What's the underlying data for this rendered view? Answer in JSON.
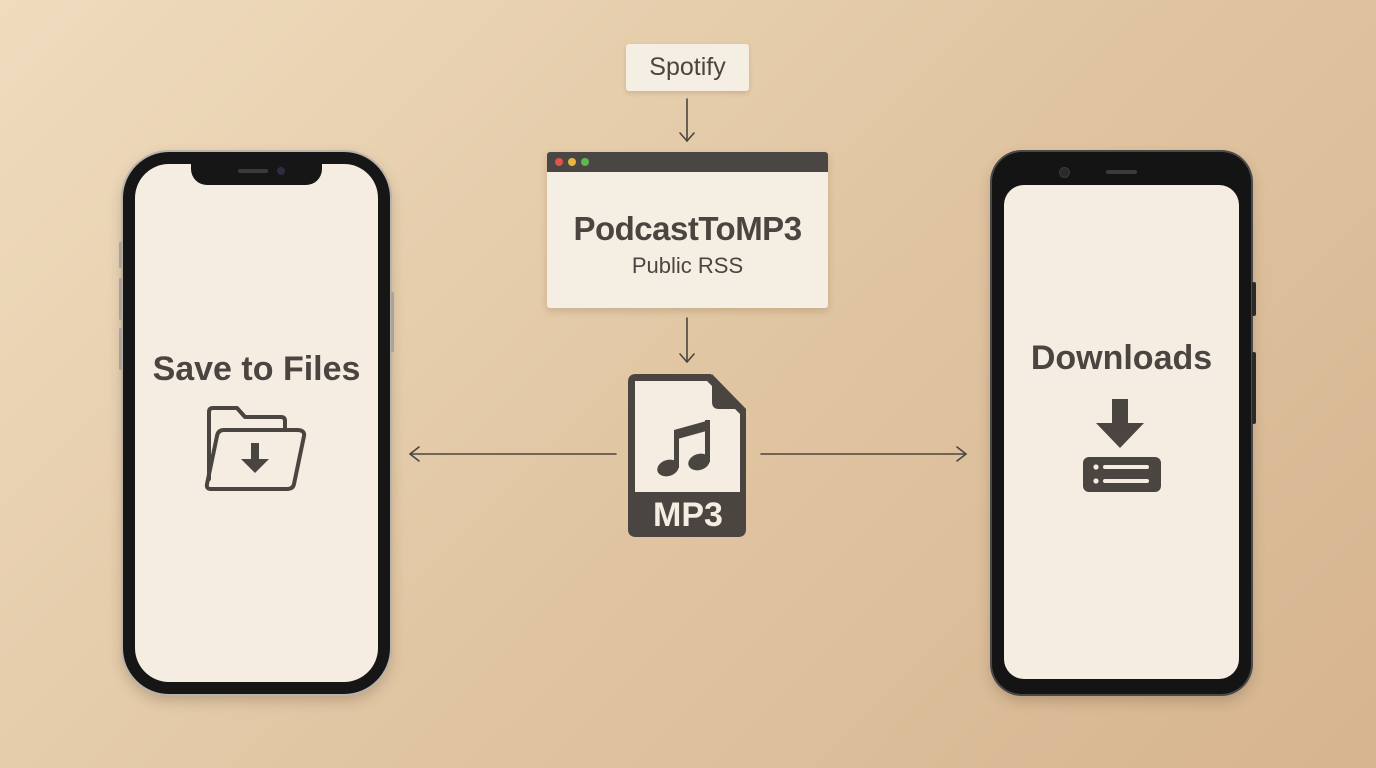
{
  "source": {
    "label": "Spotify"
  },
  "converter": {
    "name": "PodcastToMP3",
    "subtitle": "Public RSS"
  },
  "file": {
    "label": "MP3",
    "icon": "music-note-icon"
  },
  "destinations": {
    "ios": {
      "label": "Save to Files",
      "icon": "folder-download-icon"
    },
    "android": {
      "label": "Downloads",
      "icon": "download-tray-icon"
    }
  },
  "colors": {
    "background": "#e4cba8",
    "card": "#f5eee2",
    "ink": "#4a4540",
    "titlebar": "#4a4643",
    "window_dots": [
      "#e2534a",
      "#eab53c",
      "#5cb84c"
    ]
  }
}
